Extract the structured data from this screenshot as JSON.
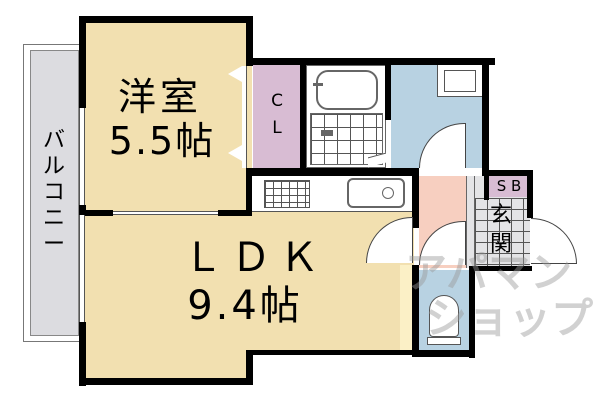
{
  "floorplan": {
    "colors": {
      "living": "#f2e0b0",
      "living_light": "#fbf0c6",
      "closet": "#d8bcd3",
      "wet_area": "#b8d2e2",
      "hallway": "#f7cfc0",
      "balcony": "#dcdce0",
      "entrance_floor": "#e4e4e6",
      "wall": "#000000"
    },
    "rooms": {
      "western_room": {
        "name": "洋室",
        "size": "5.5帖"
      },
      "ldk": {
        "name": "ＬＤＫ",
        "size": "9.4帖"
      },
      "closet": {
        "line1": "C",
        "line2": "L"
      },
      "shoe_box": {
        "label": "S B"
      },
      "entrance": {
        "line1": "玄",
        "line2": "関"
      },
      "balcony": {
        "label": "バルコニー"
      },
      "bathroom": {
        "label": ""
      },
      "washroom": {
        "label": ""
      },
      "toilet": {
        "label": ""
      },
      "kitchen": {
        "label": ""
      }
    },
    "watermark": {
      "line1": "アパマン",
      "line2": "ショップ"
    }
  }
}
